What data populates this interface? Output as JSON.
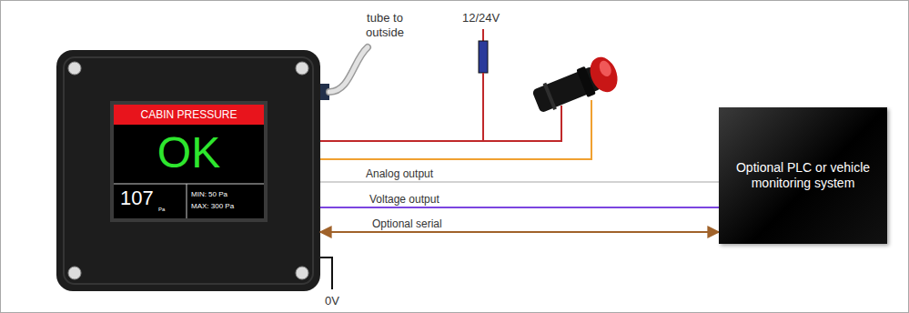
{
  "diagram": {
    "nodes": [
      {
        "text": [
          "CABIN PRESSURE",
          "OK",
          "107",
          "Pa",
          "MIN: 50 Pa",
          "MAX: 300 Pa"
        ]
      },
      {
        "text": [
          "Optional PLC or vehicle monitoring system"
        ]
      }
    ],
    "edges": [
      {
        "from": 0,
        "to": 1,
        "arrow": "none",
        "label": "Analog output"
      },
      {
        "from": 0,
        "to": 1,
        "arrow": "none",
        "label": "Voltage output"
      },
      {
        "from": 0,
        "to": 1,
        "arrow": "both",
        "label": "Optional serial"
      }
    ],
    "labels": [
      "tube to outside",
      "12/24V",
      "0V"
    ]
  }
}
